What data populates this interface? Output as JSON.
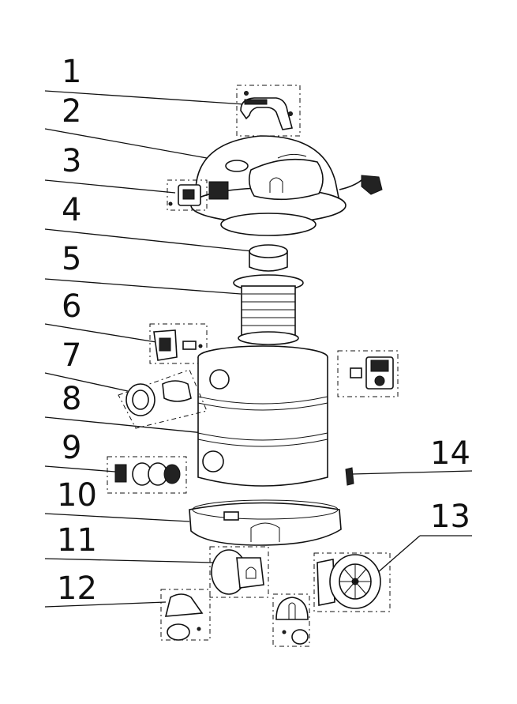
{
  "callouts": [
    {
      "label": "1"
    },
    {
      "label": "2"
    },
    {
      "label": "3"
    },
    {
      "label": "4"
    },
    {
      "label": "5"
    },
    {
      "label": "6"
    },
    {
      "label": "7"
    },
    {
      "label": "8"
    },
    {
      "label": "9"
    },
    {
      "label": "10"
    },
    {
      "label": "11"
    },
    {
      "label": "12"
    },
    {
      "label": "13"
    },
    {
      "label": "14"
    }
  ]
}
